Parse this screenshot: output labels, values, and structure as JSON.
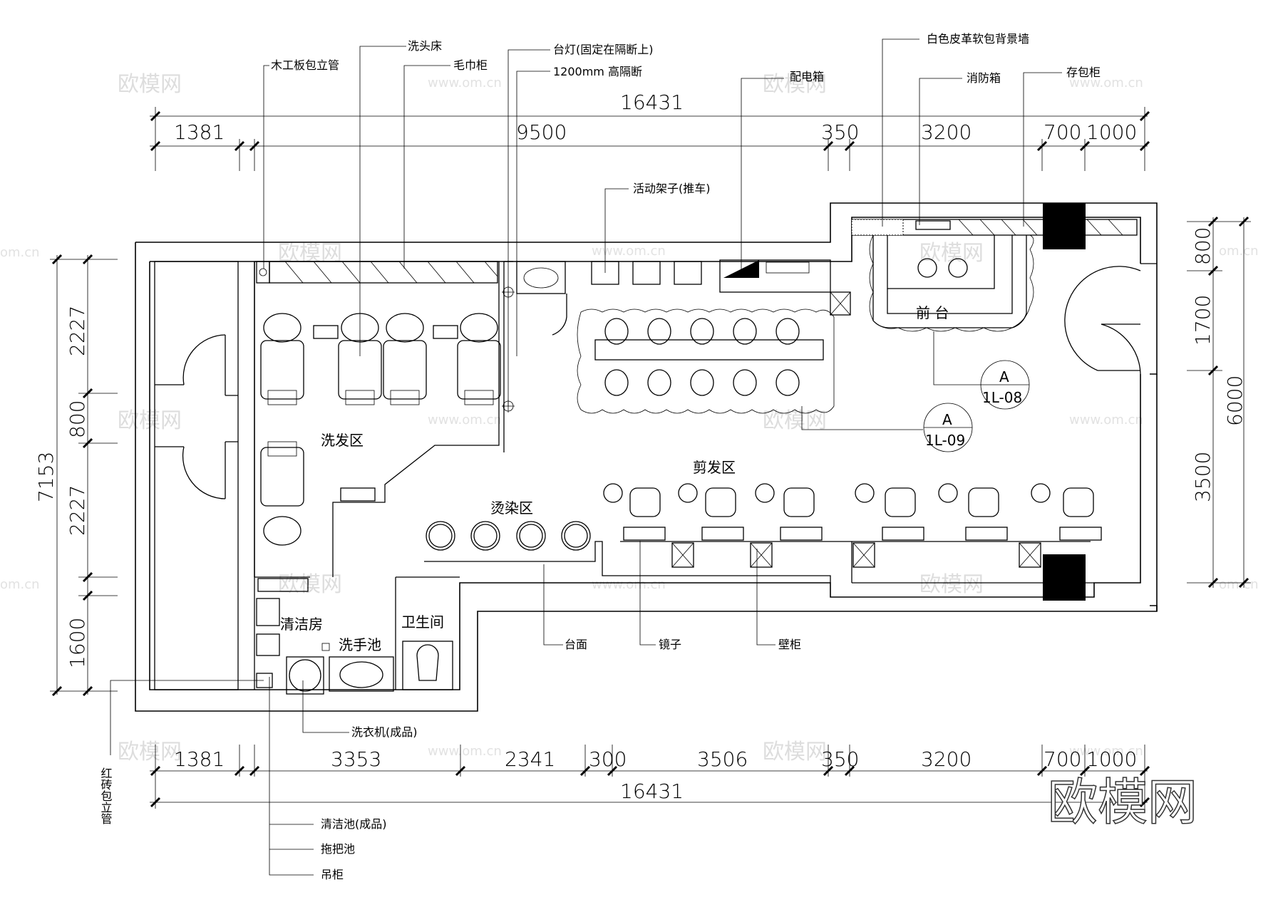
{
  "dimensions": {
    "top_total": "16431",
    "top_segments": [
      "1381",
      "9500",
      "350",
      "3200",
      "700",
      "1000"
    ],
    "bottom_segments": [
      "1381",
      "3353",
      "2341",
      "300",
      "3506",
      "350",
      "3200",
      "700",
      "1000"
    ],
    "bottom_total": "16431",
    "left_total": "7153",
    "left_segments": [
      "2227",
      "800",
      "2227",
      "1600"
    ],
    "right_segments": [
      "800",
      "1700",
      "3500"
    ],
    "right_total": "6000"
  },
  "labels": {
    "wood_pipe": "木工板包立管",
    "wash_bed": "洗头床",
    "towel_cabinet": "毛巾柜",
    "desk_lamp": "台灯(固定在隔断上)",
    "partition": "1200mm 高隔断",
    "elec_box": "配电箱",
    "leather_wall": "白色皮革软包背景墙",
    "fire_box": "消防箱",
    "locker": "存包柜",
    "trolley": "活动架子(推车)",
    "counter": "台面",
    "mirror": "镜子",
    "wall_cabinet": "壁柜",
    "washer": "洗衣机(成品)",
    "brick_pipe": "红砖包立管",
    "clean_sink": "清洁池(成品)",
    "mop_sink": "拖把池",
    "hang_cabinet": "吊柜"
  },
  "rooms": {
    "wash_area": "洗发区",
    "cut_area": "剪发区",
    "perm_area": "烫染区",
    "cleaning_room": "清洁房",
    "hand_basin": "洗手池",
    "toilet": "卫生间",
    "reception": "前 台"
  },
  "callouts": [
    {
      "letter": "A",
      "ref": "1L-08"
    },
    {
      "letter": "A",
      "ref": "1L-09"
    }
  ],
  "watermarks": {
    "logo": "欧模网",
    "url": "www.om.cn",
    "url_short": "om.cn",
    "big": "欧模网"
  }
}
